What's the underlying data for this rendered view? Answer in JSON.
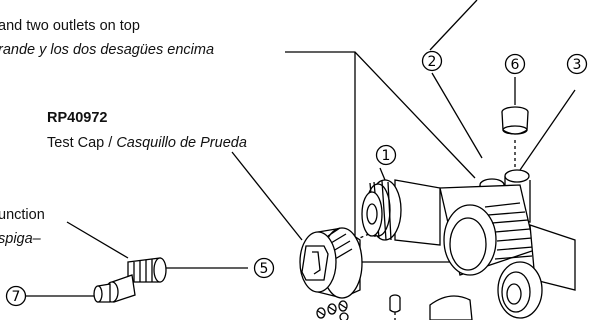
{
  "labels": {
    "outlets_en": "and two outlets on top",
    "outlets_es": "rande y los dos desagües encima",
    "part_number": "RP40972",
    "test_cap_en": "Test Cap / ",
    "test_cap_es": "Casquillo de Prueda",
    "junction_en": "unction",
    "junction_es": "spiga–"
  },
  "callouts": [
    "1",
    "2",
    "3",
    "5",
    "6",
    "7"
  ],
  "icons": [
    "test-cap-icon",
    "valve-body-icon",
    "plug-cap-icon",
    "spigot-connector-icon",
    "screws-icon",
    "pin-icon",
    "fitting-icon"
  ]
}
